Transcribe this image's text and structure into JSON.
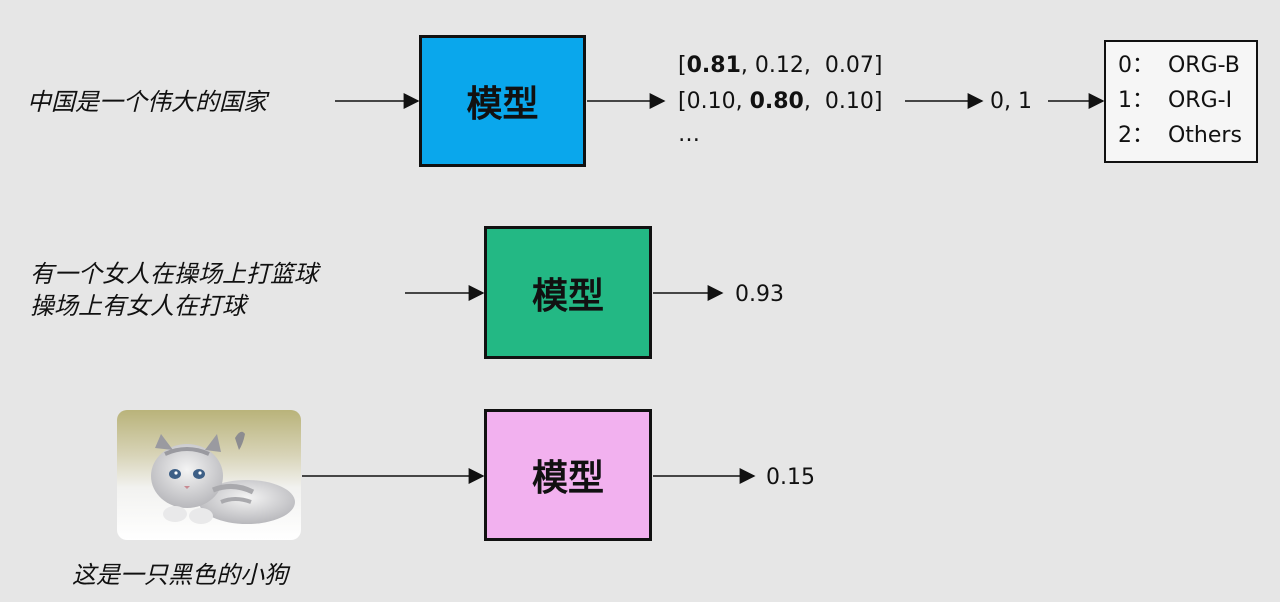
{
  "row1": {
    "input_text": "中国是一个伟大的国家",
    "model_label": "模型",
    "model_color": "#0aa7ec",
    "vector_lines": [
      {
        "open": "[",
        "v1": "0.81",
        "sep1": ", 0.12,  ",
        "v2": "0.07",
        "close": "]"
      },
      {
        "open": "[",
        "v1": "0.10",
        "sep1": ", ",
        "v2": "0.80",
        "sep2": ",  0.10",
        "close": "]"
      }
    ],
    "ellipsis": "…",
    "indices": "0, 1",
    "labels": [
      "0：  ORG-B",
      "1：  ORG-I",
      "2：  Others"
    ]
  },
  "row2": {
    "input_lines": [
      "有一个女人在操场上打篮球",
      "操场上有女人在打球"
    ],
    "model_label": "模型",
    "model_color": "#23b884",
    "output": "0.93"
  },
  "row3": {
    "caption": "这是一只黑色的小狗",
    "model_label": "模型",
    "model_color": "#f2b1ef",
    "output": "0.15",
    "image_subject": "white-kitten-photo"
  }
}
